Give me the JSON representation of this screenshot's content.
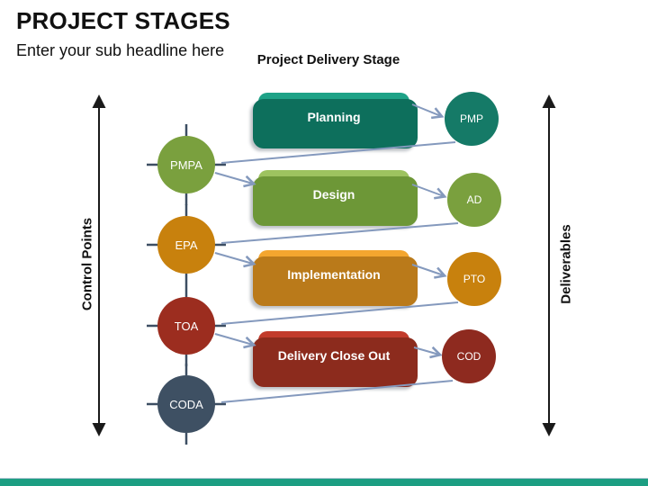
{
  "page": {
    "title": "PROJECT STAGES",
    "subtitle": "Enter your sub headline here",
    "column_header": "Project Delivery Stage",
    "left_axis_label": "Control Points",
    "right_axis_label": "Deliverables",
    "axis_arrow_color": "#1a1a1a",
    "footer_bar_color": "#1C9E82"
  },
  "diagram": {
    "stages": [
      {
        "label": "Planning",
        "box_color": "#1EA287",
        "box_shadow": "#0D6F5C",
        "deliverable": "PMP",
        "deliverable_color": "#157A67"
      },
      {
        "label": "Design",
        "box_color": "#9DC35F",
        "box_shadow": "#6D9737",
        "deliverable": "AD",
        "deliverable_color": "#7AA03E"
      },
      {
        "label": "Implementation",
        "box_color": "#F4A62F",
        "box_shadow": "#BA7A1A",
        "deliverable": "PTO",
        "deliverable_color": "#C8810D"
      },
      {
        "label": "Delivery Close Out",
        "box_color": "#C23B2B",
        "box_shadow": "#8C2B1D",
        "deliverable": "COD",
        "deliverable_color": "#8E2A1F"
      }
    ],
    "control_points": [
      {
        "label": "PMPA",
        "color": "#7AA03E"
      },
      {
        "label": "EPA",
        "color": "#C8810D"
      },
      {
        "label": "TOA",
        "color": "#9C2D1F"
      },
      {
        "label": "CODA",
        "color": "#3E5063"
      }
    ],
    "connector_color": "#8499BD",
    "crosshair_color": "#3D4E63",
    "connections": [
      "PMPA -> Design",
      "EPA -> Implementation",
      "TOA -> Delivery Close Out",
      "Planning -> PMP",
      "Design -> AD",
      "Implementation -> PTO",
      "Delivery Close Out -> COD",
      "PMP -> PMPA",
      "AD -> EPA",
      "PTO -> TOA",
      "COD -> CODA"
    ]
  }
}
